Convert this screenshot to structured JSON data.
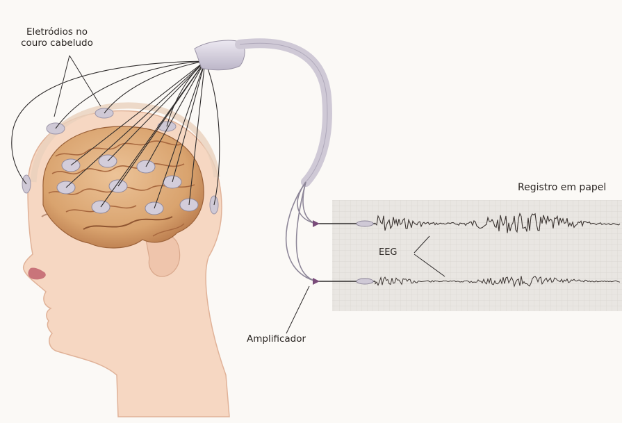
{
  "labels": {
    "electrodes_line1": "Eletródios no",
    "electrodes_line2": "couro cabeludo",
    "paper_record": "Registro em papel",
    "eeg": "EEG",
    "amplifier": "Amplificador"
  },
  "colors": {
    "background": "#fbf9f6",
    "skin": "#f6d7c2",
    "skin_shadow": "#e2b59c",
    "brain": "#d9a36e",
    "brain_dark": "#b8794b",
    "electrode": "#cfc9d6",
    "wire": "#2d2a2a",
    "paper": "#e9e6e2",
    "paper_grid": "#d6d2cd",
    "trace": "#3a3330"
  }
}
